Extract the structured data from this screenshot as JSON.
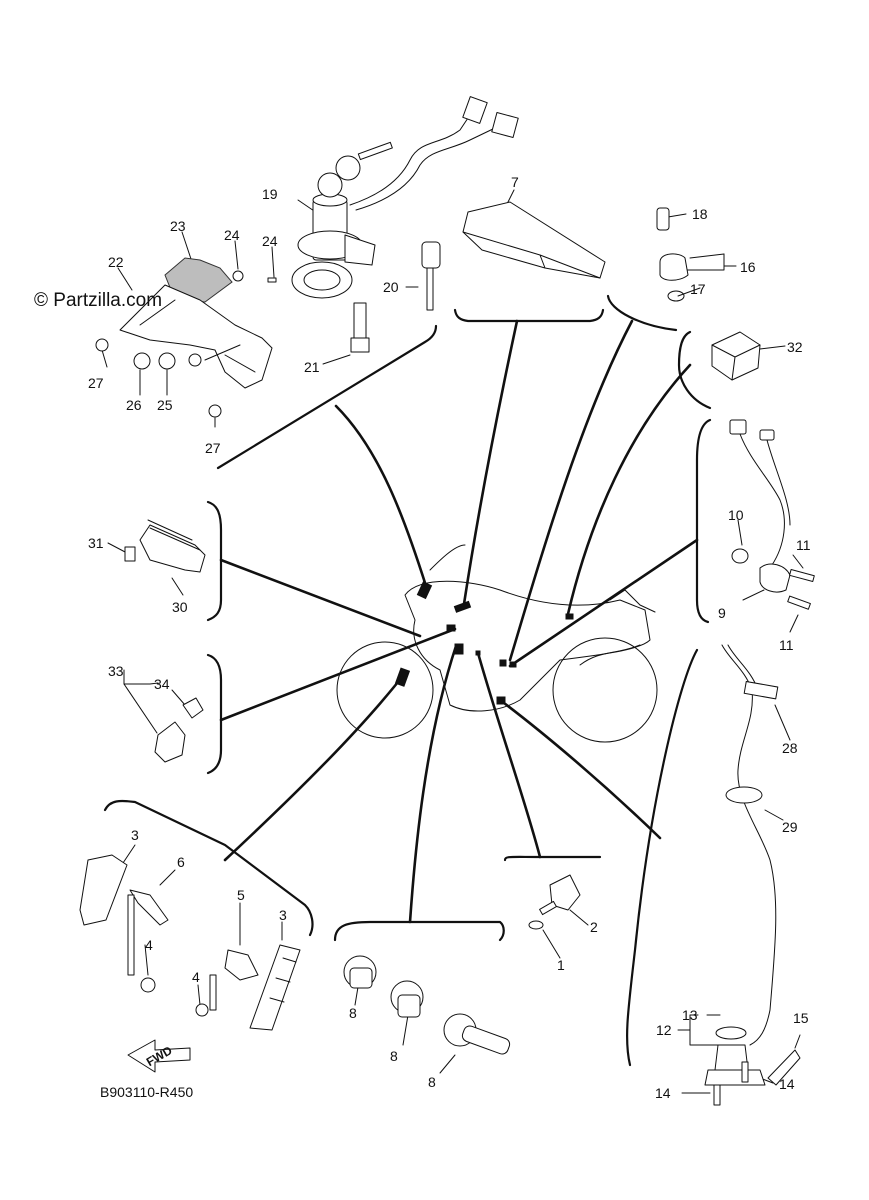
{
  "watermark": "© Partzilla.com",
  "diagram_code": "B903110-R450",
  "direction_arrow": "FWD",
  "callouts": {
    "c1": "1",
    "c2": "2",
    "c3a": "3",
    "c3b": "3",
    "c4a": "4",
    "c4b": "4",
    "c5": "5",
    "c6": "6",
    "c7": "7",
    "c8a": "8",
    "c8b": "8",
    "c8c": "8",
    "c9": "9",
    "c10": "10",
    "c11a": "11",
    "c11b": "11",
    "c12": "12",
    "c13": "13",
    "c14a": "14",
    "c14b": "14",
    "c15": "15",
    "c16": "16",
    "c17": "17",
    "c18": "18",
    "c19": "19",
    "c20": "20",
    "c21": "21",
    "c22": "22",
    "c23": "23",
    "c24a": "24",
    "c24b": "24",
    "c25": "25",
    "c26": "26",
    "c27a": "27",
    "c27b": "27",
    "c28": "28",
    "c29": "29",
    "c30": "30",
    "c31": "31",
    "c32": "32",
    "c33": "33",
    "c34": "34"
  }
}
